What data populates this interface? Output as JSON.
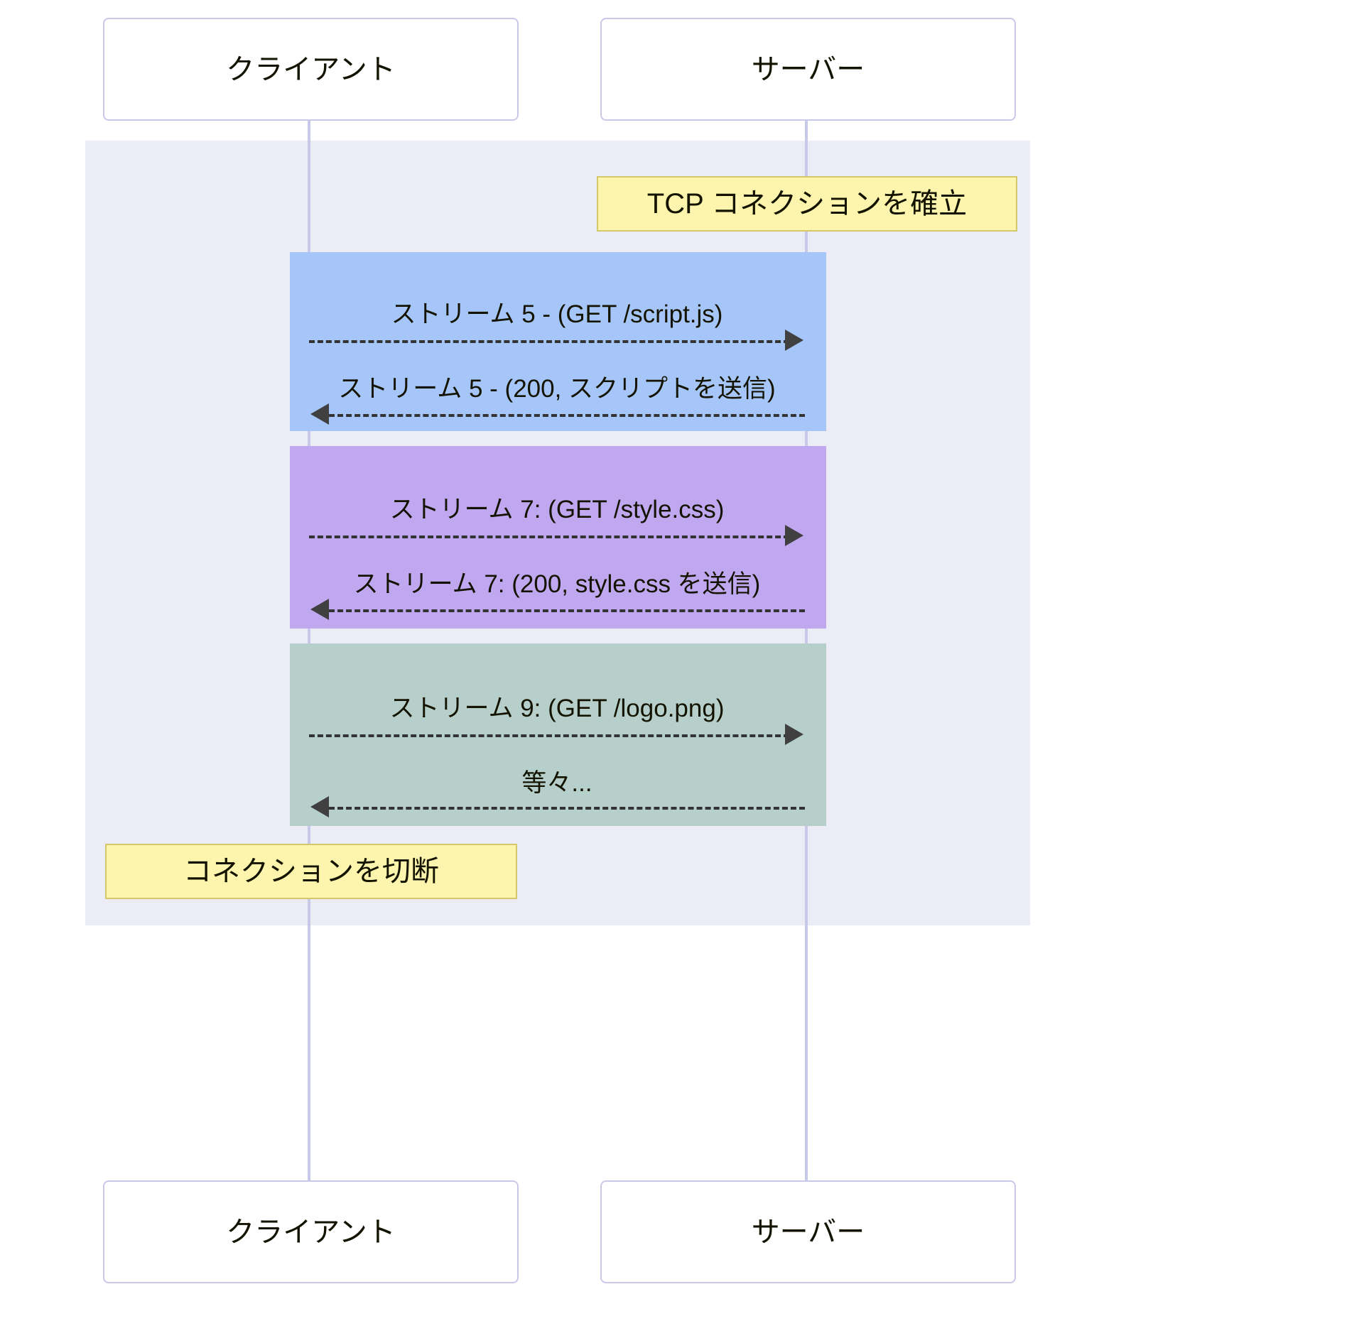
{
  "diagram": {
    "type": "sequence-diagram",
    "title_present": false,
    "colors": {
      "background_rect": "#ececf7",
      "lifeline": "#c8c8e8",
      "participant_border": "#c8c8e8",
      "participant_fill": "#ffffff",
      "note_fill": "#fdf5ad",
      "note_border": "#d4c86a",
      "block_stream5": "#a6c6fa",
      "block_stream7": "#c0a8f0",
      "block_stream9": "#b6cfca",
      "arrow": "#404040",
      "text": "#131300"
    }
  },
  "participants": {
    "client": {
      "label": "クライアント"
    },
    "server": {
      "label": "サーバー"
    }
  },
  "participants_bottom": {
    "client": {
      "label": "クライアント"
    },
    "server": {
      "label": "サーバー"
    }
  },
  "notes": {
    "establish": {
      "label": "TCP コネクションを確立",
      "side": "right-of-server"
    },
    "close": {
      "label": "コネクションを切断",
      "side": "left-of-client"
    }
  },
  "blocks": [
    {
      "id": "stream5",
      "color": "#a6c6fa"
    },
    {
      "id": "stream7",
      "color": "#c0a8f0"
    },
    {
      "id": "stream9",
      "color": "#b6cfca"
    }
  ],
  "messages": [
    {
      "id": "m1",
      "label": "ストリーム 5 - (GET /script.js)",
      "direction": "client-to-server",
      "style": "dashed",
      "block": "stream5"
    },
    {
      "id": "m2",
      "label": "ストリーム 5 - (200, スクリプトを送信)",
      "direction": "server-to-client",
      "style": "dashed",
      "block": "stream5"
    },
    {
      "id": "m3",
      "label": "ストリーム 7: (GET /style.css)",
      "direction": "client-to-server",
      "style": "dashed",
      "block": "stream7"
    },
    {
      "id": "m4",
      "label": "ストリーム 7: (200, style.css を送信)",
      "direction": "server-to-client",
      "style": "dashed",
      "block": "stream7"
    },
    {
      "id": "m5",
      "label": "ストリーム 9: (GET /logo.png)",
      "direction": "client-to-server",
      "style": "dashed",
      "block": "stream9"
    },
    {
      "id": "m6",
      "label": "等々...",
      "direction": "server-to-client",
      "style": "dashed",
      "block": "stream9"
    }
  ]
}
